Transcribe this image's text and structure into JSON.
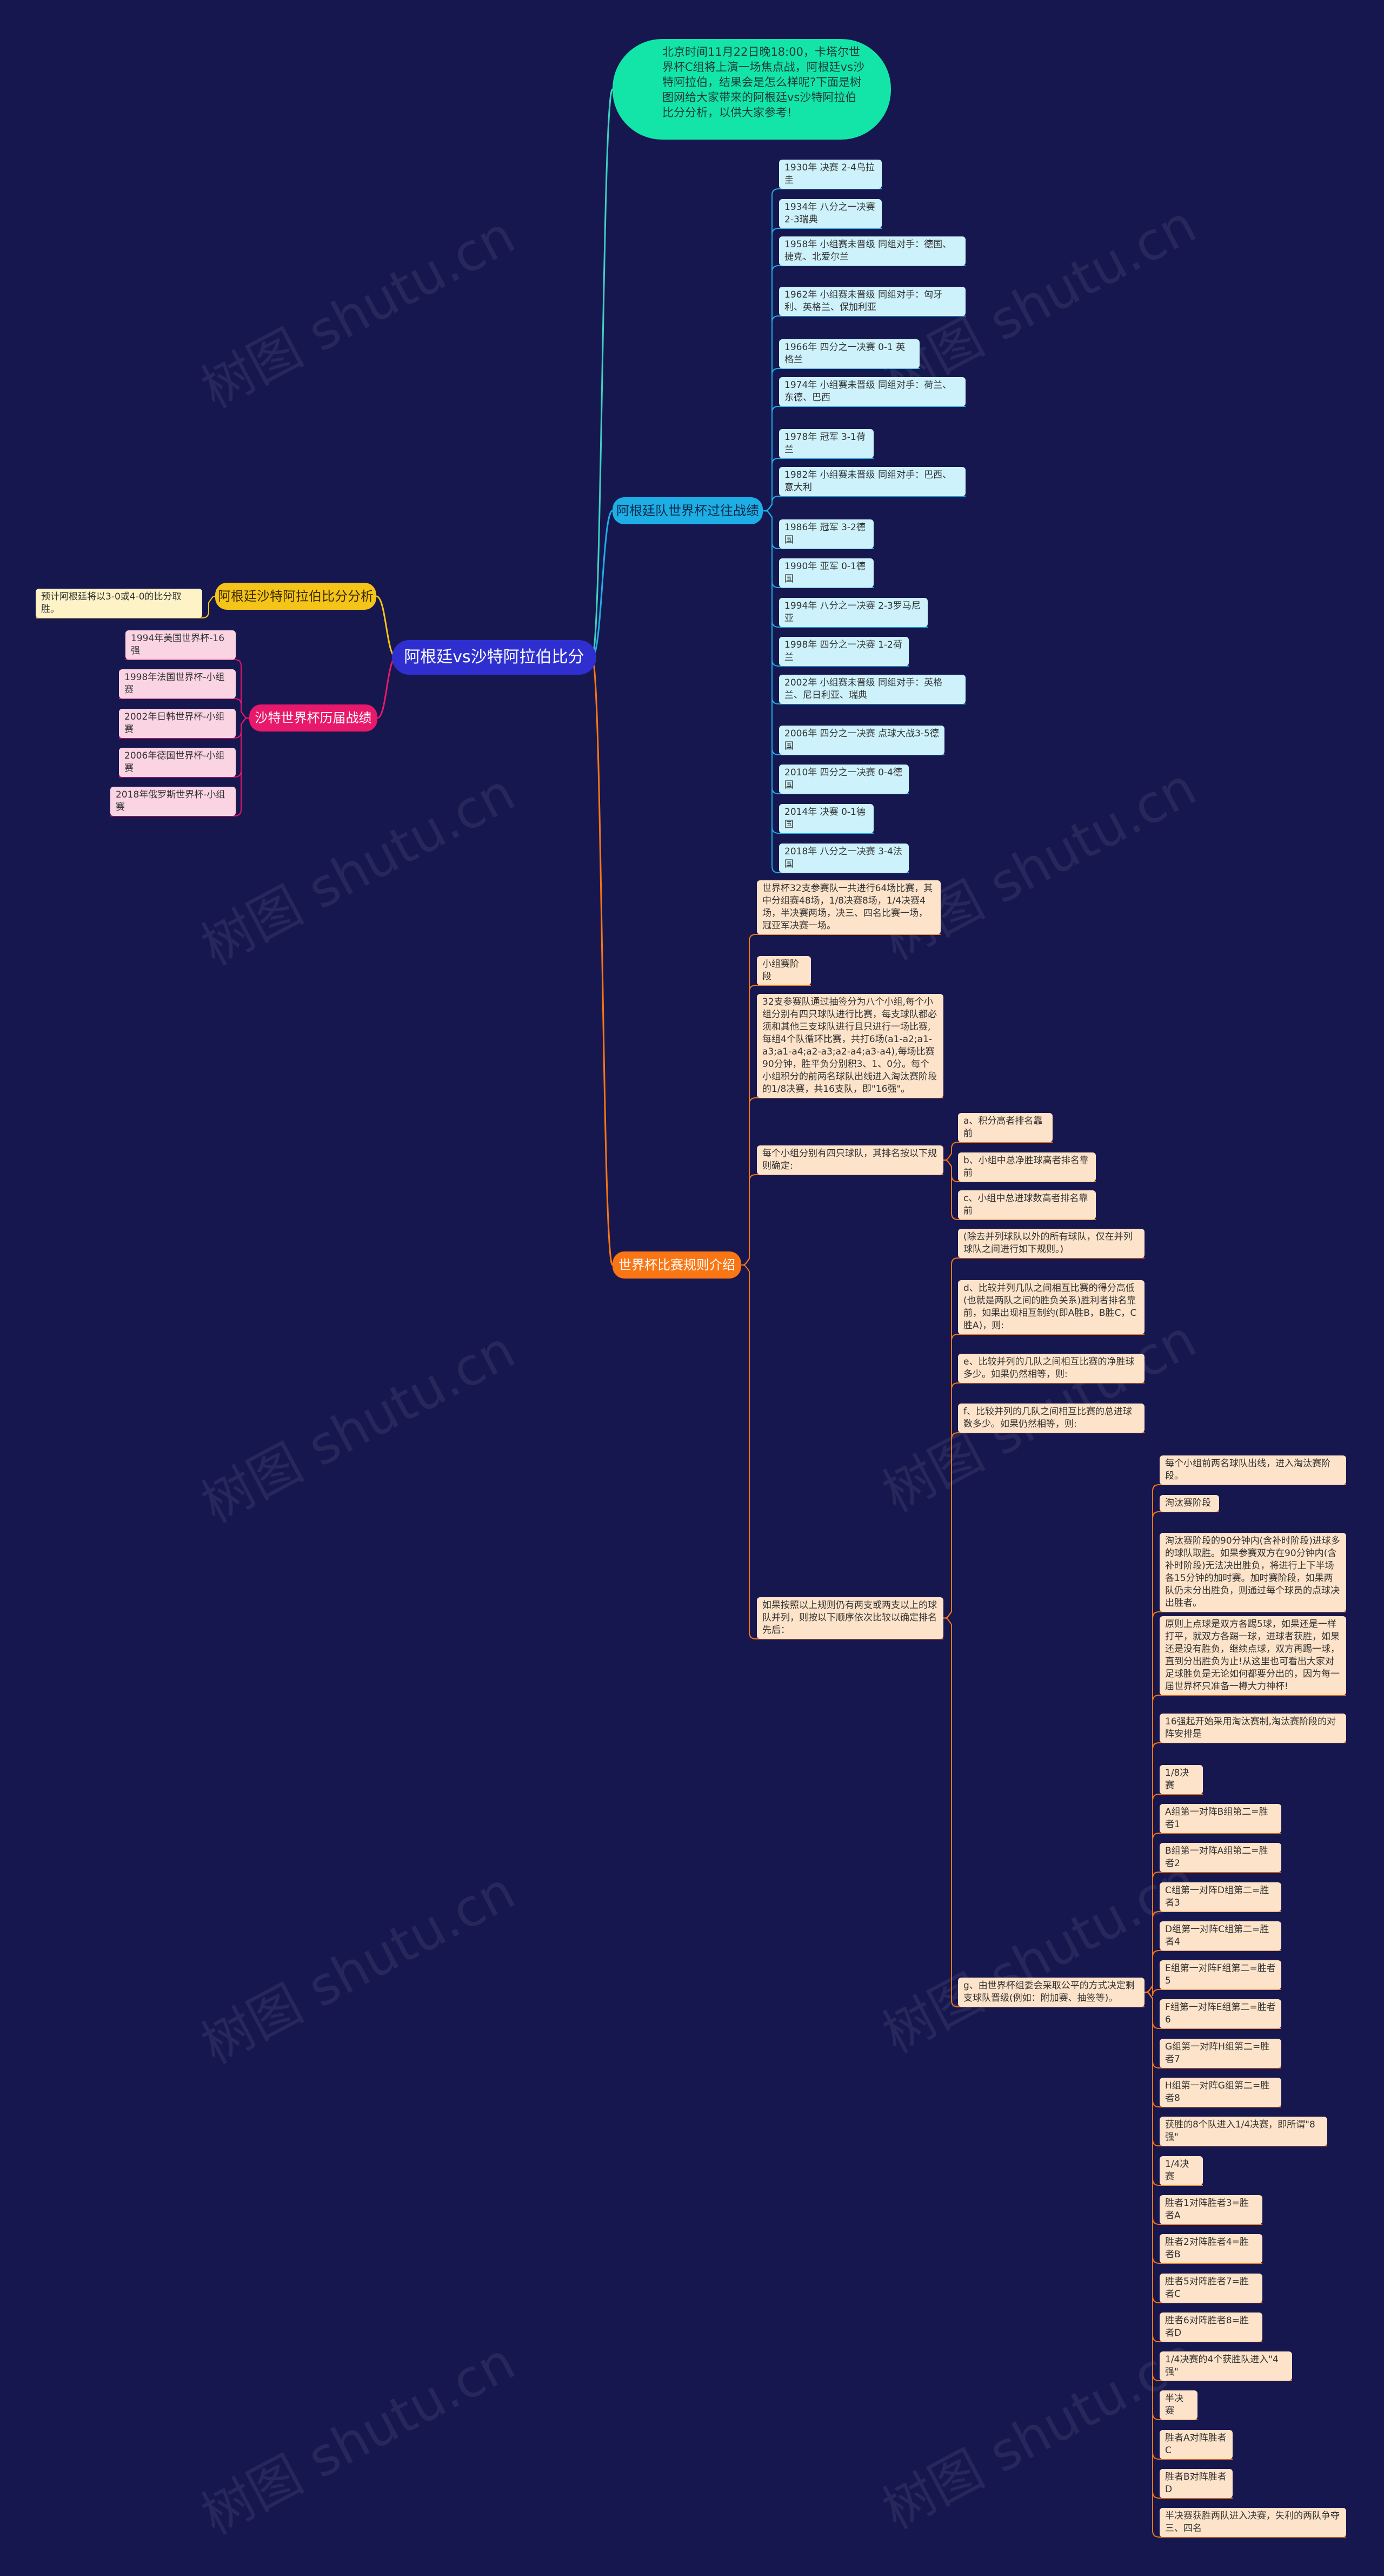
{
  "root": {
    "label": "阿根廷vs沙特阿拉伯比分"
  },
  "intro": {
    "text": "北京时间11月22日晚18:00，卡塔尔世界杯C组将上演一场焦点战，阿根廷vs沙特阿拉伯，结果会是怎么样呢?下面是树图网给大家带来的阿根廷vs沙特阿拉伯比分分析，以供大家参考!"
  },
  "history": {
    "label": "阿根廷队世界杯过往战绩",
    "items": [
      "1930年 决赛 2-4乌拉圭",
      "1934年 八分之一决赛 2-3瑞典",
      "1958年 小组赛未晋级 同组对手：德国、捷克、北爱尔兰",
      "1962年 小组赛未晋级 同组对手：匈牙利、英格兰、保加利亚",
      "1966年 四分之一决赛 0-1 英格兰",
      "1974年 小组赛未晋级 同组对手：荷兰、东德、巴西",
      "1978年 冠军 3-1荷兰",
      "1982年 小组赛未晋级 同组对手：巴西、意大利",
      "1986年 冠军 3-2德国",
      "1990年 亚军 0-1德国",
      "1994年 八分之一决赛 2-3罗马尼亚",
      "1998年 四分之一决赛 1-2荷兰",
      "2002年 小组赛未晋级 同组对手：英格兰、尼日利亚、瑞典",
      "2006年 四分之一决赛 点球大战3-5德国",
      "2010年 四分之一决赛 0-4德国",
      "2014年 决赛 0-1德国",
      "2018年 八分之一决赛 3-4法国"
    ]
  },
  "analysis": {
    "label": "阿根廷沙特阿拉伯比分分析",
    "items": [
      "预计阿根廷将以3-0或4-0的比分取胜。"
    ]
  },
  "saudi": {
    "label": "沙特世界杯历届战绩",
    "items": [
      "1994年美国世界杯-16强",
      "1998年法国世界杯-小组赛",
      "2002年日韩世界杯-小组赛",
      "2006年德国世界杯-小组赛",
      "2018年俄罗斯世界杯-小组赛"
    ]
  },
  "rules": {
    "label": "世界杯比赛规则介绍",
    "intro1": "世界杯32支参赛队一共进行64场比赛，其中分组赛48场，1/8决赛8场，1/4决赛4场，半决赛两场，决三、四名比赛一场，冠亚军决赛一场。",
    "intro2": "小组赛阶段",
    "intro3": "32支参赛队通过抽签分为八个小组,每个小组分别有四只球队进行比赛，每支球队都必须和其他三支球队进行且只进行一场比赛,每组4个队循环比赛，共打6场(a1-a2;a1-a3;a1-a4;a2-a3;a2-a4;a3-a4),每场比赛90分钟，胜平负分别积3、1、0分。每个小组积分的前两名球队出线进入淘汰赛阶段的1/8决赛，共16支队，即\"16强\"。",
    "ranking": "每个小组分别有四只球队，其排名按以下规则确定:",
    "ranking_items": [
      "a、积分高者排名靠前",
      "b、小组中总净胜球高者排名靠前",
      "c、小组中总进球数高者排名靠前"
    ],
    "tie": "如果按照以上规则仍有两支或两支以上的球队并列，则按以下顺序依次比较以确定排名先后：",
    "tie_items": [
      "(除去并列球队以外的所有球队，仅在并列球队之间进行如下规则。)",
      "d、比较并列几队之间相互比赛的得分高低(也就是两队之间的胜负关系)胜利者排名靠前，如果出现相互制约(即A胜B，B胜C，C胜A)，则:",
      "e、比较并列的几队之间相互比赛的净胜球多少。如果仍然相等，则:",
      "f、比较并列的几队之间相互比赛的总进球数多少。如果仍然相等，则:"
    ],
    "g": "g、由世界杯组委会采取公平的方式决定剩支球队晋级(例如：附加赛、抽签等)。",
    "g_items": [
      "每个小组前两名球队出线，进入淘汰赛阶段。",
      "淘汰赛阶段",
      "淘汰赛阶段的90分钟内(含补时阶段)进球多的球队取胜。如果参赛双方在90分钟内(含补时阶段)无法决出胜负，将进行上下半场各15分钟的加时赛。加时赛阶段，如果两队仍未分出胜负，则通过每个球员的点球决出胜者。",
      "原则上点球是双方各踢5球，如果还是一样打平，就双方各踢一球，进球者获胜，如果还是没有胜负，继续点球，双方再踢一球，直到分出胜负为止!从这里也可看出大家对足球胜负是无论如何都要分出的，因为每一届世界杯只准备一樽大力神杯!",
      "16强起开始采用淘汰赛制,淘汰赛阶段的对阵安排是",
      "1/8决赛",
      "A组第一对阵B组第二=胜者1",
      "B组第一对阵A组第二=胜者2",
      "C组第一对阵D组第二=胜者3",
      "D组第一对阵C组第二=胜者4",
      "E组第一对阵F组第二=胜者5",
      "F组第一对阵E组第二=胜者6",
      "G组第一对阵H组第二=胜者7",
      "H组第一对阵G组第二=胜者8",
      "获胜的8个队进入1/4决赛，即所谓\"8强\"",
      "1/4决赛",
      "胜者1对阵胜者3=胜者A",
      "胜者2对阵胜者4=胜者B",
      "胜者5对阵胜者7=胜者C",
      "胜者6对阵胜者8=胜者D",
      "1/4决赛的4个获胜队进入\"4强\"",
      "半决赛",
      "胜者A对阵胜者C",
      "胜者B对阵胜者D",
      "半决赛获胜两队进入决赛，失利的两队争夺三、四名"
    ]
  },
  "watermark": "树图 shutu.cn",
  "colors": {
    "background": "#17174f",
    "root": "#2f2fd0",
    "intro": "#13e5a9",
    "history": "#1eaee6",
    "rules": "#fa7614",
    "analysis": "#f5c418",
    "saudi": "#e8186a"
  }
}
